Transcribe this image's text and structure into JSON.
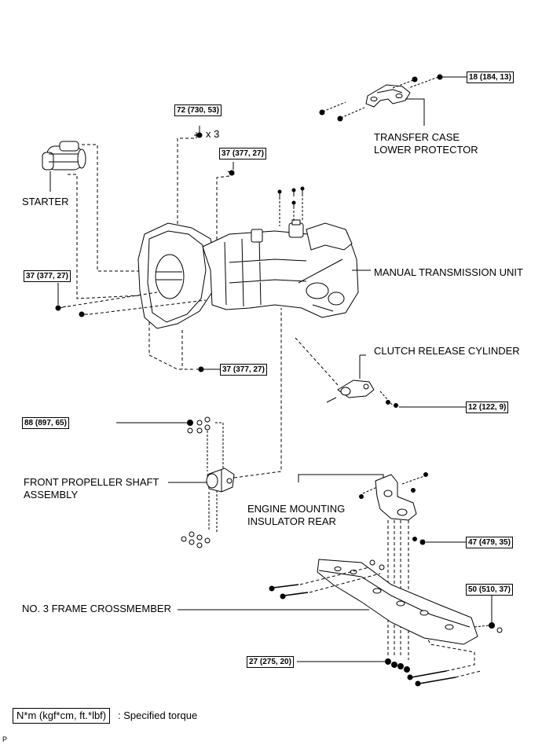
{
  "labels": {
    "starter": "STARTER",
    "transfer_line1": "TRANSFER CASE",
    "transfer_line2": "LOWER PROTECTOR",
    "manual_transmission": "MANUAL TRANSMISSION UNIT",
    "clutch_release": "CLUTCH RELEASE CYLINDER",
    "propeller_line1": "FRONT PROPELLER SHAFT",
    "propeller_line2": "ASSEMBLY",
    "mount_line1": "ENGINE MOUNTING",
    "mount_line2": "INSULATOR REAR",
    "crossmember": "NO. 3 FRAME CROSSMEMBER",
    "qty_x3": "x 3"
  },
  "torques": {
    "t18": "18 (184, 13)",
    "t72": "72 (730, 53)",
    "t37_top": "37 (377, 27)",
    "t37_left": "37 (377, 27)",
    "t37_bottom": "37 (377, 27)",
    "t12": "12 (122, 9)",
    "t88": "88 (897, 65)",
    "t47": "47 (479, 35)",
    "t50": "50 (510, 37)",
    "t27": "27 (275, 20)"
  },
  "legend": {
    "unit": "N*m (kgf*cm, ft.*lbf)",
    "text": ": Specified torque"
  },
  "corner_mark": "P"
}
